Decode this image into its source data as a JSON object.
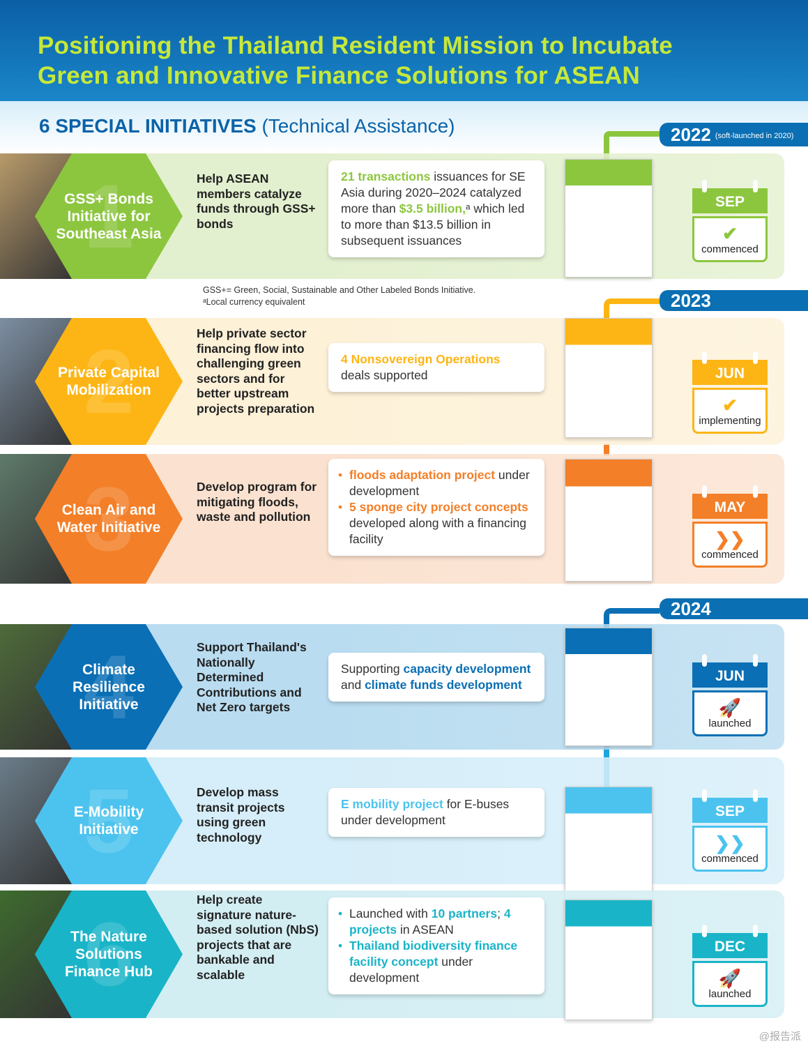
{
  "header": {
    "title_line1": "Positioning the Thailand Resident Mission to Incubate",
    "title_line2": "Green and Innovative Finance Solutions for ASEAN"
  },
  "subheader": {
    "bold": "6 SPECIAL INITIATIVES",
    "normal": "(Technical Assistance)"
  },
  "years": [
    {
      "year": "2022",
      "note": "(soft-launched in 2020)"
    },
    {
      "year": "2023",
      "note": ""
    },
    {
      "year": "2024",
      "note": ""
    }
  ],
  "footnote": {
    "line1": "GSS+= Green, Social, Sustainable and Other Labeled Bonds Initiative.",
    "line2": "ᵃLocal currency equivalent"
  },
  "colors": {
    "green": "#8cc63f",
    "yellow": "#fdb515",
    "orange": "#f37f28",
    "blue": "#0a6fb5",
    "light_blue": "#4cc3ee",
    "teal": "#1ab4c8"
  },
  "initiatives": [
    {
      "num": "1",
      "name": "GSS+ Bonds Initiative for Southeast Asia",
      "color": "#8cc63f",
      "bg": "#e3f0cf",
      "desc": "Help ASEAN members catalyze funds through GSS+ bonds",
      "card": [
        [
          {
            "t": "21 transactions",
            "hl": true
          },
          {
            "t": " issuances for SE Asia during 2020–2024 catalyzed more than "
          },
          {
            "t": "$3.5 billion,",
            "hl": true
          },
          {
            "t": "ᵃ which led to more than $13.5 billion in subsequent issuances"
          }
        ]
      ],
      "month": "SEP",
      "status": "commenced",
      "status_icon": "check-icon"
    },
    {
      "num": "2",
      "name": "Private Capital Mobilization",
      "color": "#fdb515",
      "bg": "#fdf1d8",
      "desc": "Help private sector financing flow into challenging green sectors and for better upstream projects preparation",
      "card": [
        [
          {
            "t": "4 Nonsovereign Operations",
            "hl": true
          },
          {
            "t": " deals supported"
          }
        ]
      ],
      "month": "JUN",
      "status": "implementing",
      "status_icon": "check-icon"
    },
    {
      "num": "3",
      "name": "Clean Air and Water Initiative",
      "color": "#f37f28",
      "bg": "#fbe2d0",
      "desc": "Develop program for mitigating floods, waste and pollution",
      "card": [
        [
          {
            "t": "floods adaptation project",
            "hl": true
          },
          {
            "t": " under development"
          }
        ],
        [
          {
            "t": "5 sponge city project concepts",
            "hl": true
          },
          {
            "t": " developed along with a financing facility"
          }
        ]
      ],
      "bullets": true,
      "month": "MAY",
      "status": "commenced",
      "status_icon": "chevrons-right-icon"
    },
    {
      "num": "4",
      "name": "Climate Resilience Initiative",
      "color": "#0a6fb5",
      "bg": "#b9dcf0",
      "desc": "Support Thailand's Nationally Determined Contributions and Net Zero targets",
      "card": [
        [
          {
            "t": "Supporting "
          },
          {
            "t": "capacity development",
            "hl": true
          },
          {
            "t": " and "
          },
          {
            "t": "climate funds development",
            "hl": true
          }
        ]
      ],
      "month": "JUN",
      "status": "launched",
      "status_icon": "rocket-icon"
    },
    {
      "num": "5",
      "name": "E-Mobility Initiative",
      "color": "#4cc3ee",
      "bg": "#d6eef9",
      "desc": "Develop mass transit projects using green technology",
      "card": [
        [
          {
            "t": "E mobility project",
            "hl": true
          },
          {
            "t": " for E-buses under development"
          }
        ]
      ],
      "month": "SEP",
      "status": "commenced",
      "status_icon": "chevrons-right-icon"
    },
    {
      "num": "6",
      "name": "The Nature Solutions Finance Hub",
      "color": "#1ab4c8",
      "bg": "#d3eef3",
      "desc": "Help create signature nature-based solution (NbS) projects that are bankable and scalable",
      "card": [
        [
          {
            "t": "Launched with "
          },
          {
            "t": "10 partners",
            "hl": true
          },
          {
            "t": "; "
          },
          {
            "t": "4 projects",
            "hl": true
          },
          {
            "t": " in ASEAN"
          }
        ],
        [
          {
            "t": "Thailand biodiversity finance facility concept",
            "hl": true
          },
          {
            "t": " under development"
          }
        ]
      ],
      "bullets": true,
      "month": "DEC",
      "status": "launched",
      "status_icon": "rocket-icon"
    }
  ],
  "watermark": "@报告派"
}
